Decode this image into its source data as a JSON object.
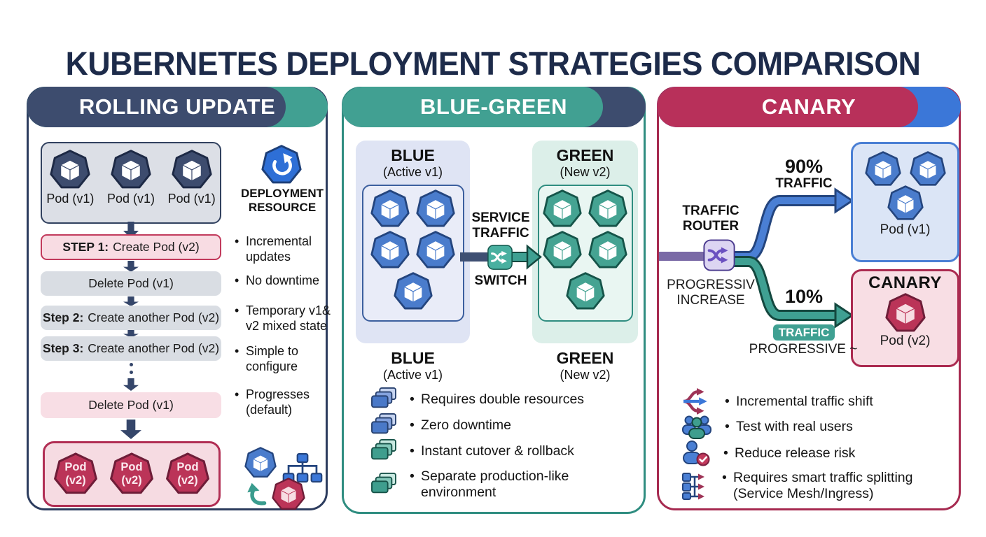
{
  "title": "KUBERNETES DEPLOYMENT STRATEGIES COMPARISON",
  "colors": {
    "title_ink": "#1d2b4a",
    "navy": "#3d4c6e",
    "teal": "#41a092",
    "crimson": "#b8305a",
    "blue": "#3b77d8",
    "pink_box": "#f8dce3",
    "pink_border": "#c23a5c",
    "light_blue_col": "#dfe4f4",
    "light_green_col": "#dcefe9",
    "stable_box": "#dbe5f6",
    "canary_box": "#f8dee4"
  },
  "rolling": {
    "header": "ROLLING UPDATE",
    "pod_v1_labels": [
      "Pod (v1)",
      "Pod (v1)",
      "Pod (v1)"
    ],
    "deployment_resource": {
      "line1": "DEPLOYMENT",
      "line2": "RESOURCE",
      "icon": "deployment-refresh-icon"
    },
    "steps": [
      {
        "prefix": "STEP 1:",
        "text": "Create Pod (v2)"
      },
      {
        "prefix": "",
        "text": "Delete Pod (v1)"
      },
      {
        "prefix": "Step 2:",
        "text": "Create another Pod (v2)"
      },
      {
        "prefix": "Step 3:",
        "text": "Create another Pod (v2)"
      },
      {
        "prefix": "",
        "text": "Delete Pod (v1)"
      }
    ],
    "pods_v2": [
      {
        "line1": "Pod",
        "line2": "(v2)"
      },
      {
        "line1": "Pod",
        "line2": "(v2)"
      },
      {
        "line1": "Pod",
        "line2": "(v2)"
      }
    ],
    "bullets": [
      "Incremental updates",
      "No downtime",
      "Temporary v1& v2 mixed state",
      "Simple to configure",
      "Progresses (default)"
    ]
  },
  "bluegreen": {
    "header": "BLUE-GREEN",
    "blue": {
      "title": "BLUE",
      "subtitle": "(Active v1)"
    },
    "green": {
      "title": "GREEN",
      "subtitle": "(New v2)"
    },
    "connector": {
      "line1": "SERVICE",
      "line2": "TRAFFIC",
      "switch_label": "SWITCH",
      "icon": "switch-icon"
    },
    "bullets": [
      {
        "icon": "layers-blue-icon",
        "text": "Requires double resources"
      },
      {
        "icon": "layers-blue-icon",
        "text": "Zero downtime"
      },
      {
        "icon": "layers-teal-icon",
        "text": "Instant cutover & rollback"
      },
      {
        "icon": "layers-teal-icon",
        "text": "Separate production-like environment"
      }
    ]
  },
  "canary": {
    "header": "CANARY",
    "router": {
      "line1": "TRAFFIC",
      "line2": "ROUTER",
      "icon": "router-icon",
      "note_line1": "PROGRESSIV",
      "note_line2": "INCREASE"
    },
    "route_stable": {
      "percent": "90%",
      "label": "TRAFFIC"
    },
    "route_canary": {
      "percent": "10%",
      "badge": "TRAFFIC",
      "note": "PROGRESSIVE ~"
    },
    "stable_box": {
      "pod_label": "Pod (v1)"
    },
    "canary_box": {
      "title": "CANARY",
      "pod_label": "Pod (v2)"
    },
    "bullets": [
      {
        "icon": "traffic-fork-icon",
        "text": "Incremental traffic shift"
      },
      {
        "icon": "users-icon",
        "text": "Test with real users"
      },
      {
        "icon": "user-check-icon",
        "text": "Reduce release risk"
      },
      {
        "icon": "traffic-splitting-icon",
        "text": "Requires smart traffic splitting (Service Mesh/Ingress)"
      }
    ]
  }
}
